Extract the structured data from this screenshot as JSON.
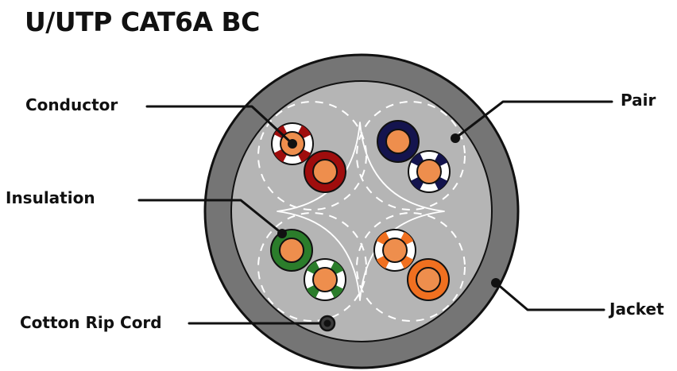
{
  "title": "U/UTP CAT6A BC",
  "labels": {
    "conductor": "Conductor",
    "insulation": "Insulation",
    "cotton_rip_cord": "Cotton Rip Cord",
    "pair": "Pair",
    "jacket": "Jacket"
  },
  "colors": {
    "jacket_gray": "#757575",
    "filler_gray": "#b5b5b5",
    "copper": "#ee8e4d",
    "red": "#a00d0d",
    "blue": "#14144e",
    "green": "#2b7d2b",
    "orange": "#f07020",
    "white": "#ffffff",
    "outline": "#111111",
    "rip_cord_ring": "#3c3c3c",
    "rip_cord_core": "#111111"
  },
  "diagram": {
    "type": "cable-cross-section",
    "pairs": [
      {
        "position": "top-left",
        "solid_wire": "red",
        "striped_wire": "white-red"
      },
      {
        "position": "top-right",
        "solid_wire": "blue",
        "striped_wire": "white-blue"
      },
      {
        "position": "bottom-left",
        "solid_wire": "green",
        "striped_wire": "white-green"
      },
      {
        "position": "bottom-right",
        "solid_wire": "orange",
        "striped_wire": "white-orange"
      }
    ],
    "other_parts": [
      "jacket",
      "cross-web separator",
      "cotton rip cord"
    ]
  }
}
